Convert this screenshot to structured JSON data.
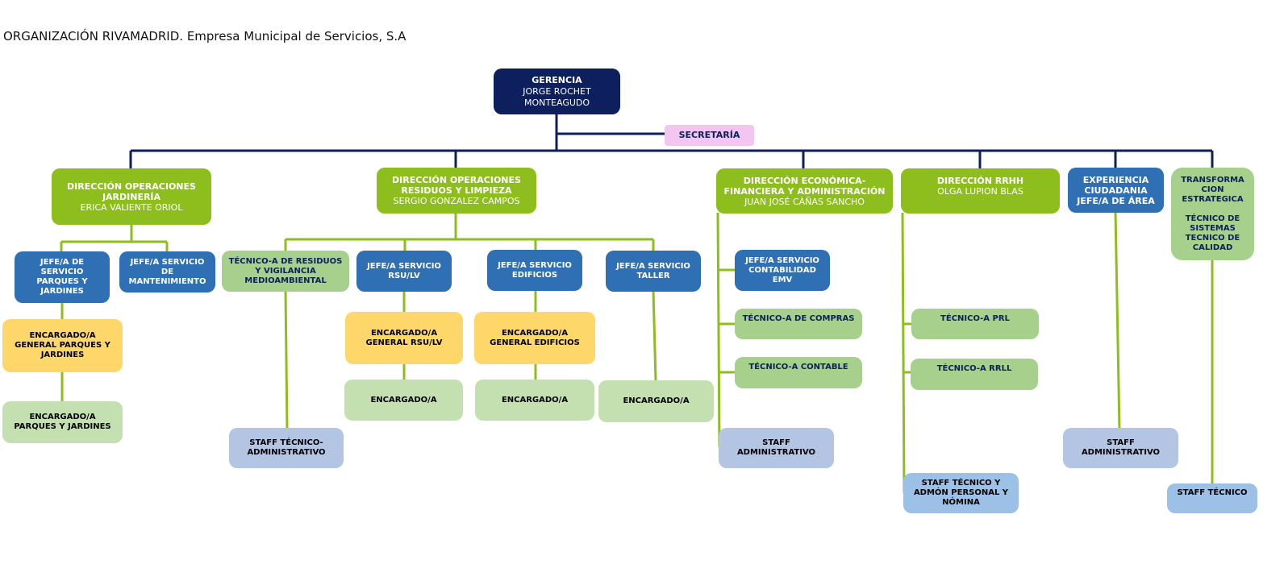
{
  "title": "ORGANIZACIÓN RIVAMADRID. Empresa Municipal de Servicios, S.A",
  "colors": {
    "navy": "#0d1f5c",
    "lime": "#8ebe1e",
    "blue": "#2f6fb3",
    "light_green": "#a6d08b",
    "yellow": "#fdd769",
    "pale_green": "#c4e0b1",
    "lavender": "#b3c5e3",
    "light_blue": "#9cc0e6",
    "pink": "#f3c6f0"
  },
  "gerencia": {
    "role": "GERENCIA",
    "name1": "JORGE ROCHET",
    "name2": "MONTEAGUDO"
  },
  "secretaria": "SECRETARÍA",
  "jardineria": {
    "title1": "DIRECCIÓN OPERACIONES",
    "title2": "JARDINERÍA",
    "name": "ERICA VALIENTE ORIOL",
    "jefe_parques": [
      "JEFE/A DE",
      "SERVICIO",
      "PARQUES Y",
      "JARDINES"
    ],
    "jefe_mant": [
      "JEFE/A SERVICIO",
      "DE",
      "MANTENIMIENTO"
    ],
    "encargado_general": [
      "ENCARGADO/A",
      "GENERAL PARQUES Y",
      "JARDINES"
    ],
    "encargado": [
      "ENCARGADO/A",
      "PARQUES Y JARDINES"
    ]
  },
  "residuos": {
    "title1": "DIRECCIÓN OPERACIONES",
    "title2": "RESIDUOS Y LIMPIEZA",
    "name": "SERGIO GONZALEZ CAMPOS",
    "tecnico": [
      "TÉCNICO-A DE RESIDUOS",
      "Y VIGILANCIA",
      "MEDIOAMBIENTAL"
    ],
    "jefe_rsu": [
      "JEFE/A SERVICIO",
      "RSU/LV"
    ],
    "jefe_edificios": [
      "JEFE/A SERVICIO",
      "EDIFICIOS"
    ],
    "jefe_taller": [
      "JEFE/A SERVICIO",
      "TALLER"
    ],
    "enc_gen_rsu": [
      "ENCARGADO/A",
      "GENERAL RSU/LV"
    ],
    "enc_gen_edif": [
      "ENCARGADO/A",
      "GENERAL EDIFICIOS"
    ],
    "enc_rsu": "ENCARGADO/A",
    "enc_edif": "ENCARGADO/A",
    "enc_taller": "ENCARGADO/A",
    "staff": [
      "STAFF TÉCNICO-",
      "ADMINISTRATIVO"
    ]
  },
  "economica": {
    "title1": "DIRECCIÓN ECONÓMICA-",
    "title2": "FINANCIERA Y ADMINISTRACIÓN",
    "name": "JUAN JOSÉ CÀÑAS SANCHO",
    "jefe_cont": [
      "JEFE/A SERVICIO",
      "CONTABILIDAD",
      "EMV"
    ],
    "compras": "TÉCNICO-A DE COMPRAS",
    "contable": "TÉCNICO-A CONTABLE",
    "staff": [
      "STAFF",
      "ADMINISTRATIVO"
    ]
  },
  "rrhh": {
    "title": "DIRECCIÓN RRHH",
    "name": "OLGA LUPION BLAS",
    "prl": "TÉCNICO-A PRL",
    "rrll": "TÉCNICO-A RRLL",
    "staff": [
      "STAFF TÉCNICO Y",
      "ADMÓN PERSONAL Y",
      "NÓMINA"
    ]
  },
  "experiencia": {
    "title": [
      "EXPERIENCIA",
      "CIUDADANIA",
      "JEFE/A DE ÁREA"
    ],
    "staff": [
      "STAFF",
      "ADMINISTRATIVO"
    ]
  },
  "transformacion": {
    "title": [
      "TRANSFORMA",
      "CION",
      "ESTRATEGICA"
    ],
    "sub": [
      "TÉCNICO DE",
      "SISTEMAS",
      "TECNICO DE",
      "CALIDAD"
    ],
    "staff": "STAFF TÉCNICO"
  }
}
